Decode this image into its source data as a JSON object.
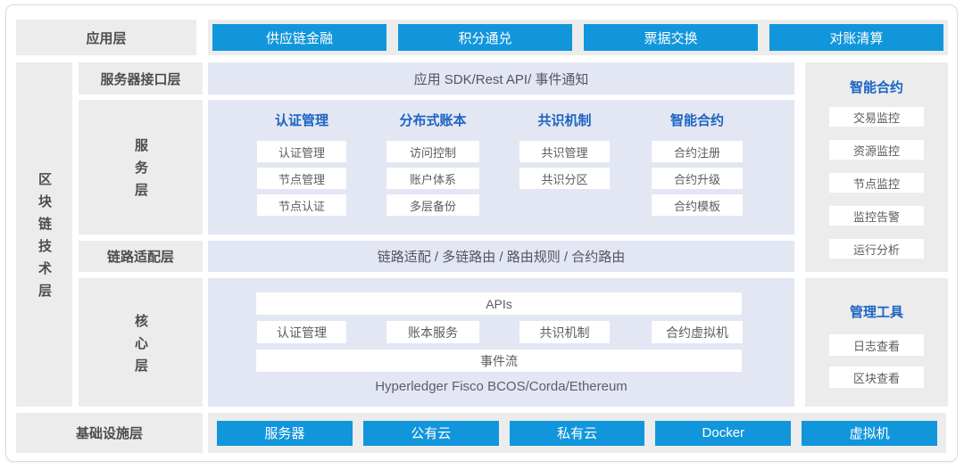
{
  "application_layer": {
    "label": "应用层",
    "buttons": [
      "供应链金融",
      "积分通兑",
      "票据交换",
      "对账清算"
    ]
  },
  "blockchain_tech_layer_label": "区块链技术层",
  "server_interface_layer": {
    "label": "服务器接口层",
    "content": "应用 SDK/Rest API/ 事件通知"
  },
  "service_layer": {
    "label": "服务层",
    "columns": [
      {
        "title": "认证管理",
        "items": [
          "认证管理",
          "节点管理",
          "节点认证"
        ]
      },
      {
        "title": "分布式账本",
        "items": [
          "访问控制",
          "账户体系",
          "多层备份"
        ]
      },
      {
        "title": "共识机制",
        "items": [
          "共识管理",
          "共识分区"
        ]
      },
      {
        "title": "智能合约",
        "items": [
          "合约注册",
          "合约升级",
          "合约模板"
        ]
      }
    ]
  },
  "link_adapter_layer": {
    "label": "链路适配层",
    "content": "链路适配 / 多链路由 / 路由规则 / 合约路由"
  },
  "core_layer": {
    "label": "核心层",
    "api_bar": "APIs",
    "modules": [
      "认证管理",
      "账本服务",
      "共识机制",
      "合约虚拟机"
    ],
    "event_bar": "事件流",
    "platforms": "Hyperledger Fisco BCOS/Corda/Ethereum"
  },
  "side_panels": [
    {
      "title": "智能合约",
      "items": [
        "交易监控",
        "资源监控",
        "节点监控",
        "监控告警",
        "运行分析"
      ]
    },
    {
      "title": "管理工具",
      "items": [
        "日志查看",
        "区块查看"
      ]
    }
  ],
  "infrastructure_layer": {
    "label": "基础设施层",
    "buttons": [
      "服务器",
      "公有云",
      "私有云",
      "Docker",
      "虚拟机"
    ]
  },
  "colors": {
    "accent_blue": "#1296db",
    "header_blue": "#1b64c2",
    "band_lavender": "#e3e6f3",
    "panel_gray": "#ececec"
  }
}
